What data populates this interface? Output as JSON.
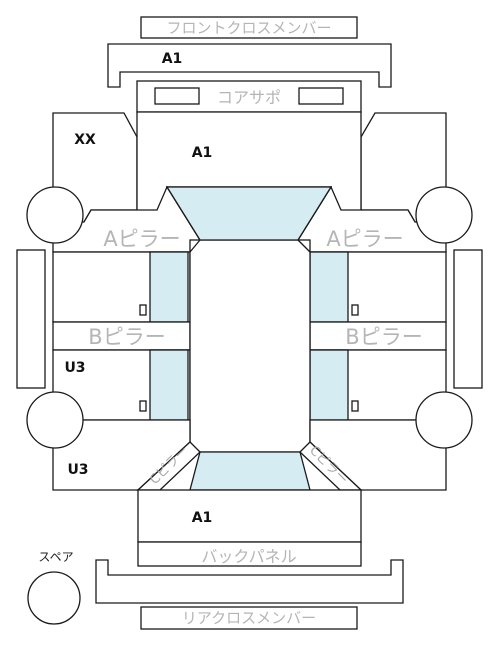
{
  "labels": {
    "front_cross_member": "フロントクロスメンバー",
    "a1_front": "A1",
    "core_support": "コアサポ",
    "xx": "XX",
    "a1_hood": "A1",
    "a_pillar_left": "Aピラー",
    "a_pillar_right": "Aピラー",
    "b_pillar_left": "Bピラー",
    "b_pillar_right": "Bピラー",
    "u3_left_door": "U3",
    "u3_left_rear": "U3",
    "c_pillar_left": "Cピラー",
    "c_pillar_right": "Cピラー",
    "a1_trunk": "A1",
    "back_panel": "バックパネル",
    "spare": "スペア",
    "rear_cross_member": "リアクロスメンバー"
  },
  "colors": {
    "glass": "#d5ecf2",
    "outline": "#1a1a1a",
    "label_gray": "#b5b5b5",
    "mark": "#111111"
  }
}
